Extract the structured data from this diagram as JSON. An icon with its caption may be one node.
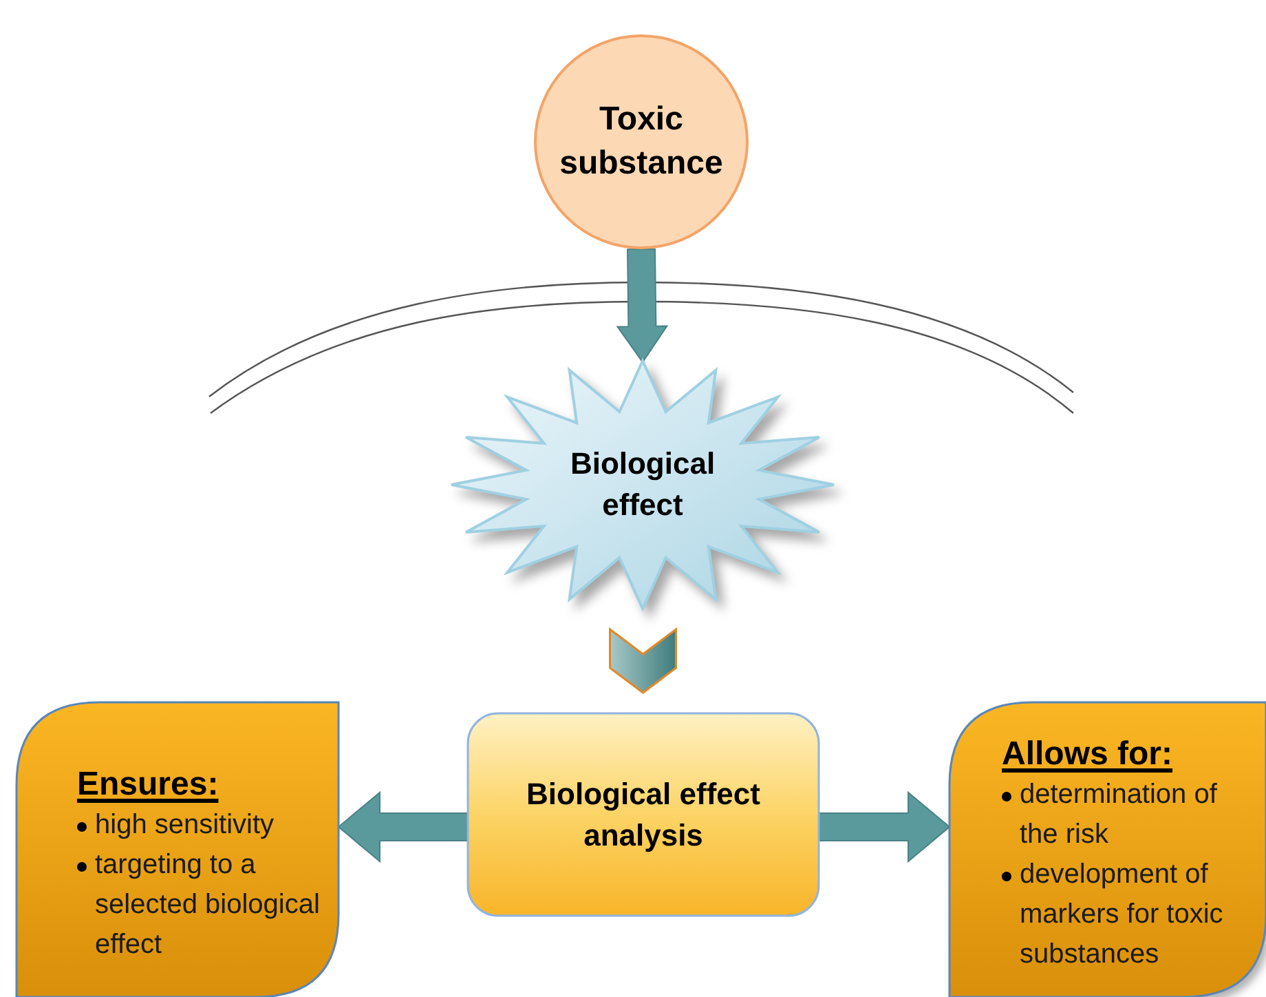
{
  "diagram": {
    "nodes": [
      {
        "text": [
          "Toxic substance"
        ]
      },
      {
        "text": [
          "Biological effect"
        ]
      },
      {
        "text": [
          "Ensures:",
          "high sensitivity",
          "targeting to a selected biological effect"
        ]
      },
      {
        "text": [
          "Biological effect analysis"
        ]
      },
      {
        "text": [
          "Allows for:",
          "determination of the risk",
          "development of markers for toxic substances"
        ]
      }
    ],
    "edges": [
      {
        "from": 0,
        "to": 1,
        "arrow": "to"
      },
      {
        "from": 1,
        "to": 3,
        "arrow": "to"
      },
      {
        "from": 3,
        "to": 2,
        "arrow": "to"
      },
      {
        "from": 3,
        "to": 4,
        "arrow": "to"
      }
    ]
  }
}
